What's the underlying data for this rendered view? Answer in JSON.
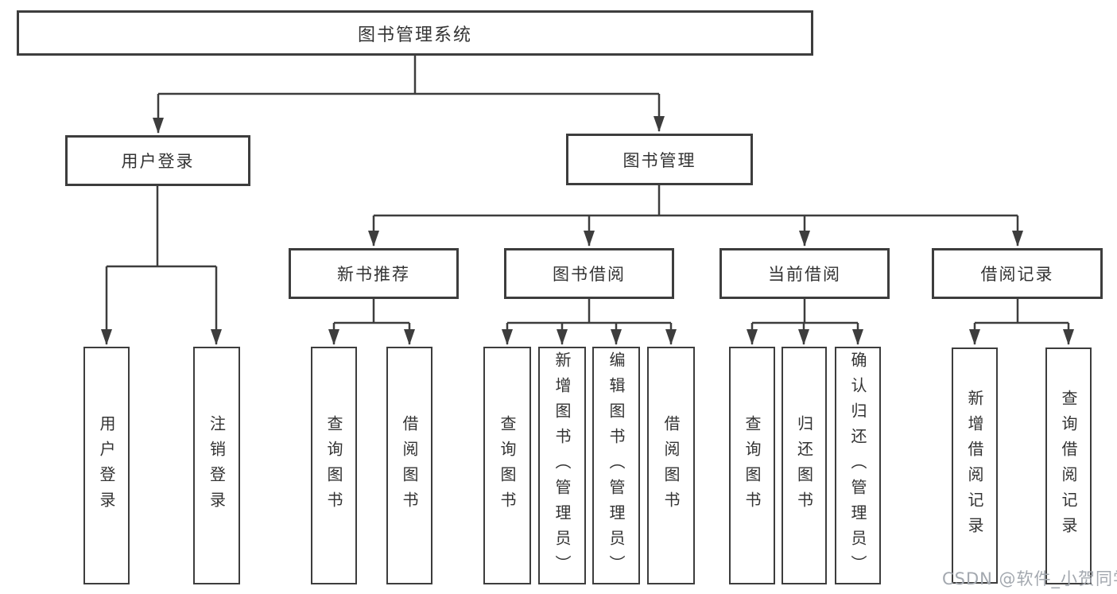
{
  "diagram_title": "图书管理系统",
  "nodes": {
    "root": "图书管理系统",
    "user_login": "用户登录",
    "book_management": "图书管理",
    "new_book_recommend": "新书推荐",
    "book_borrow": "图书借阅",
    "current_borrow": "当前借阅",
    "borrow_records": "借阅记录"
  },
  "leaves": {
    "user_login": "用户登录",
    "logout": "注销登录",
    "recommend_query_books": "查询图书",
    "recommend_borrow_books": "借阅图书",
    "borrow_query_books": "查询图书",
    "borrow_add_books": "新增图书（管理员）",
    "borrow_edit_books": "编辑图书（管理员）",
    "borrow_borrow_books": "借阅图书",
    "current_query_books": "查询图书",
    "current_return_books": "归还图书",
    "current_confirm_return": "确认归还（管理员）",
    "records_add_record": "新增借阅记录",
    "records_query_record": "查询借阅记录"
  },
  "watermark": "CSDN @软件_小贺同学",
  "colors": {
    "line": "#3d3d3d",
    "box_border": "#3d3d3d",
    "text": "#333333",
    "watermark": "#a3a8af",
    "background": "#ffffff"
  }
}
